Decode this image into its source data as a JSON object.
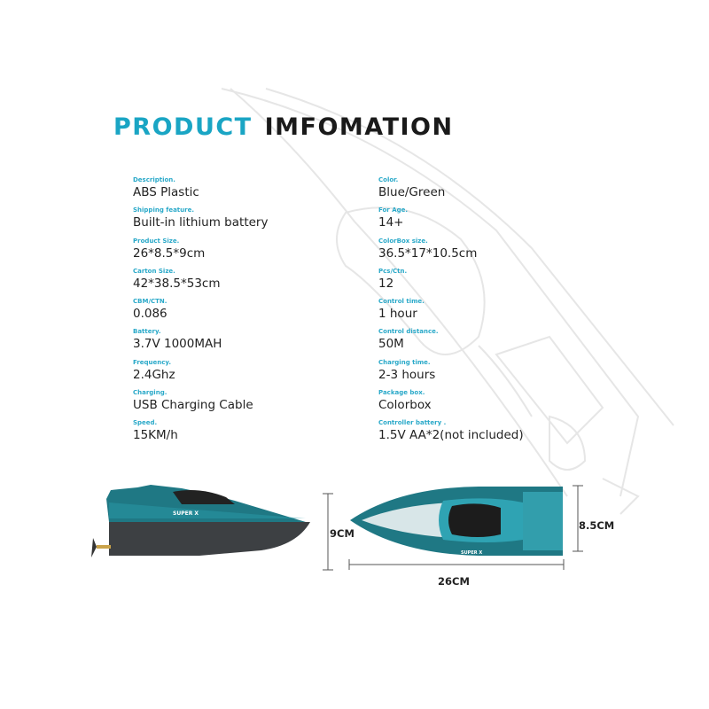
{
  "title": {
    "part1": "PRODUCT",
    "part2": "IMFOMATION"
  },
  "colors": {
    "accent": "#1aa5c4",
    "hull_teal": "#1d6f7a",
    "hull_dark": "#3a3d40"
  },
  "left_specs": [
    {
      "label": "Description.",
      "value": "ABS Plastic"
    },
    {
      "label": "Shipping feature.",
      "value": "Built-in lithium battery"
    },
    {
      "label": "Product Size.",
      "value": "26*8.5*9cm"
    },
    {
      "label": "Carton Size.",
      "value": "42*38.5*53cm"
    },
    {
      "label": "CBM/CTN.",
      "value": "0.086"
    },
    {
      "label": "Battery.",
      "value": "3.7V 1000MAH"
    },
    {
      "label": "Frequency.",
      "value": "2.4Ghz"
    },
    {
      "label": "Charging.",
      "value": "USB Charging Cable"
    },
    {
      "label": "Speed.",
      "value": "15KM/h"
    }
  ],
  "right_specs": [
    {
      "label": "Color.",
      "value": "Blue/Green"
    },
    {
      "label": "For Age.",
      "value": "14+"
    },
    {
      "label": "ColorBox size.",
      "value": "36.5*17*10.5cm"
    },
    {
      "label": "Pcs/Ctn.",
      "value": "12"
    },
    {
      "label": "Control time.",
      "value": "1 hour"
    },
    {
      "label": "Control distance.",
      "value": "50M"
    },
    {
      "label": "Charging time.",
      "value": "2-3 hours"
    },
    {
      "label": "Package box.",
      "value": "Colorbox"
    },
    {
      "label": "Controller battery .",
      "value": "1.5V AA*2(not included)"
    }
  ],
  "dimensions": {
    "height": "9CM",
    "width": "8.5CM",
    "length": "26CM"
  },
  "boat_brand": "SUPER X"
}
